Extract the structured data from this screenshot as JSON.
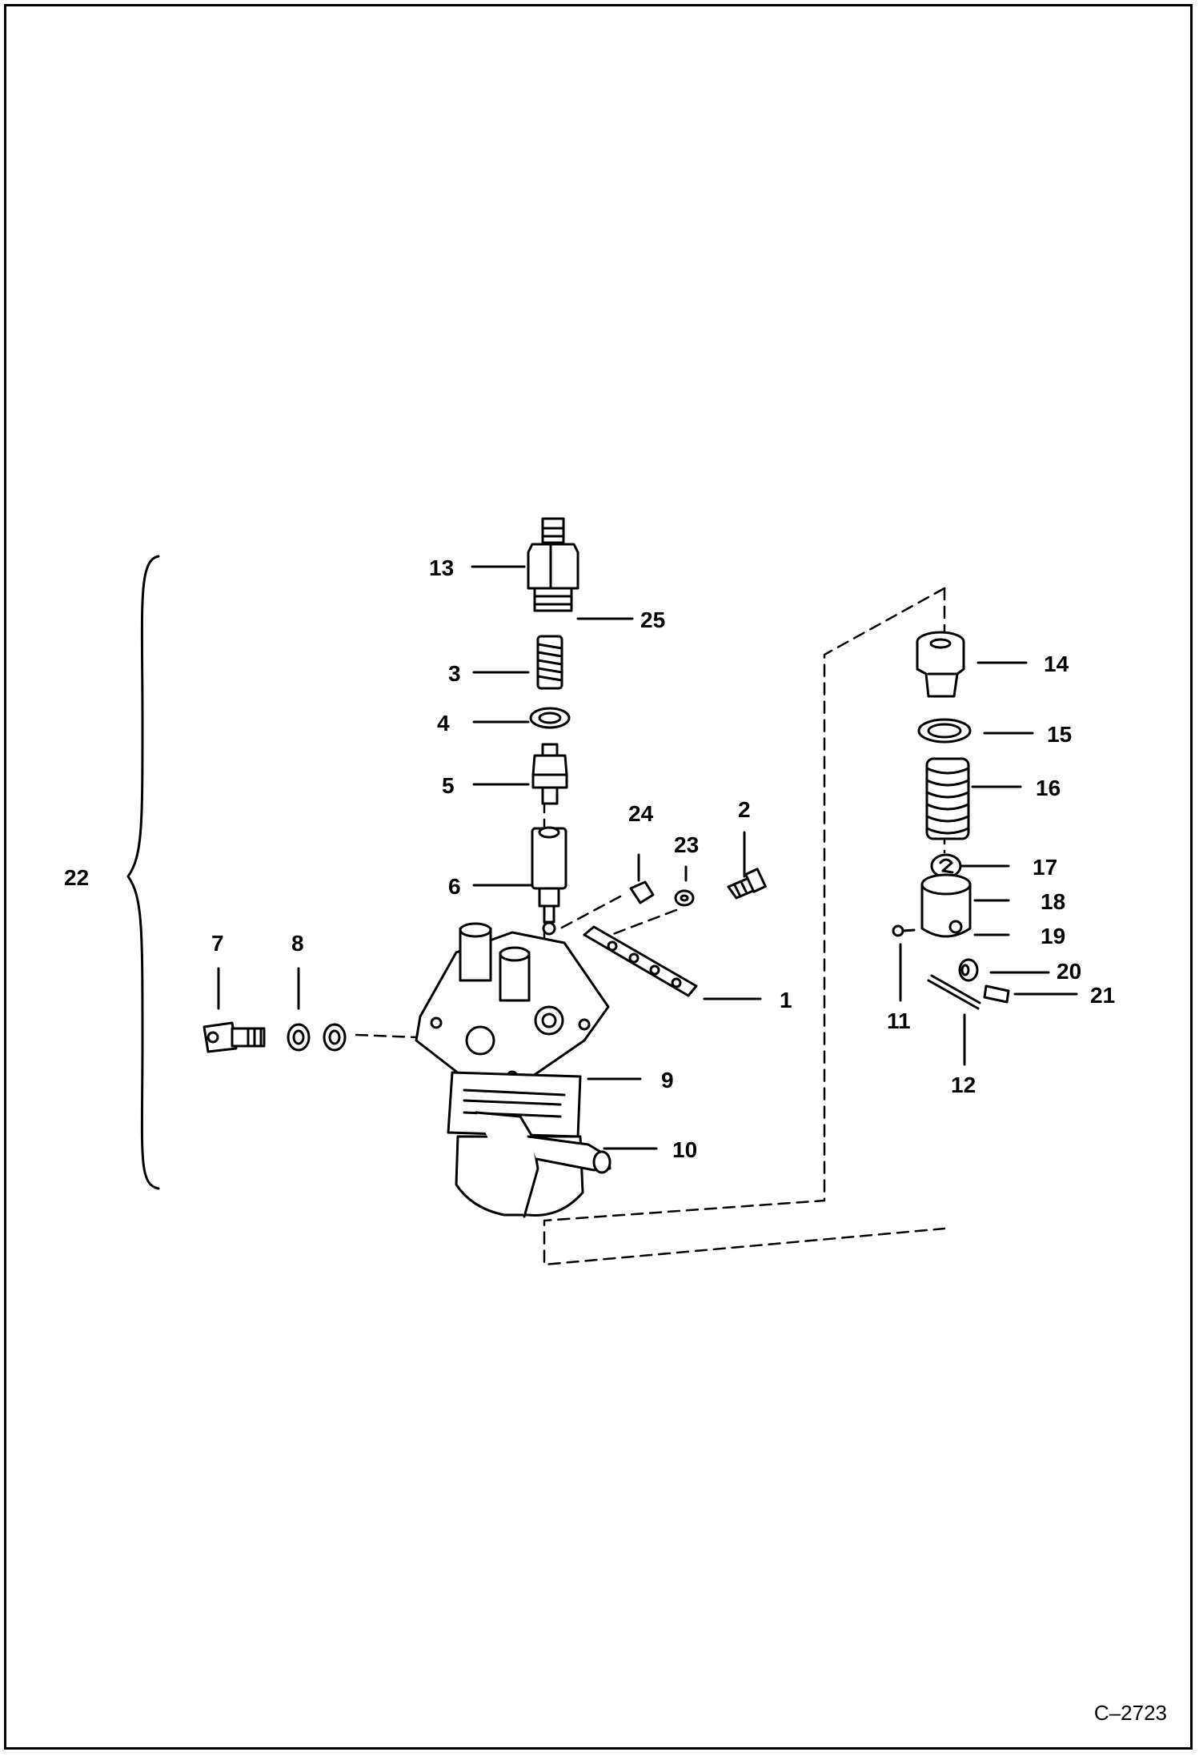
{
  "figure_code": "C–2723",
  "callouts": {
    "c1": "1",
    "c2": "2",
    "c3": "3",
    "c4": "4",
    "c5": "5",
    "c6": "6",
    "c7": "7",
    "c8": "8",
    "c9": "9",
    "c10": "10",
    "c11": "11",
    "c12": "12",
    "c13": "13",
    "c14": "14",
    "c15": "15",
    "c16": "16",
    "c17": "17",
    "c18": "18",
    "c19": "19",
    "c20": "20",
    "c21": "21",
    "c22": "22",
    "c23": "23",
    "c24": "24",
    "c25": "25"
  }
}
